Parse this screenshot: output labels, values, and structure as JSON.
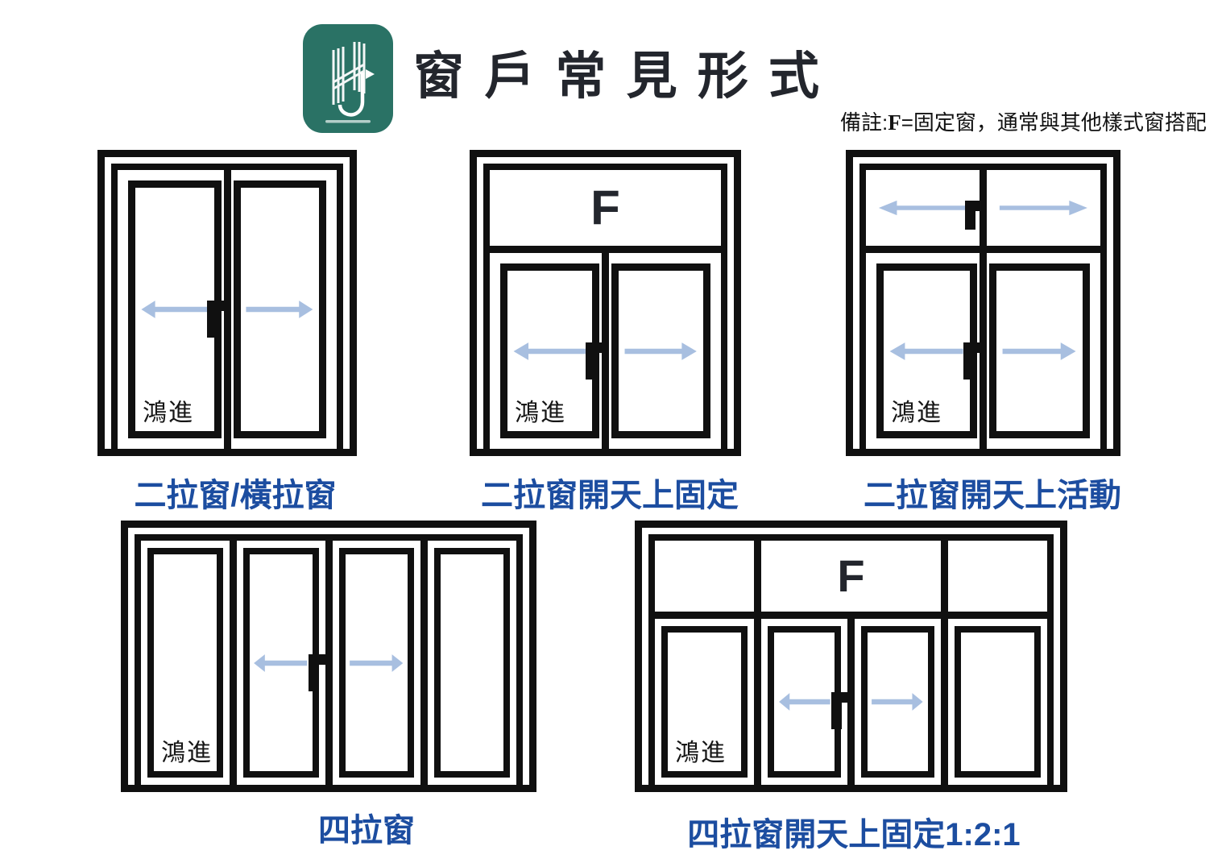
{
  "header": {
    "title": "窗戶常見形式",
    "note_prefix": "備註:",
    "note_f": "F",
    "note_suffix": "=固定窗，通常與其他樣式窗搭配"
  },
  "brand": "鴻進",
  "windows": [
    {
      "label": "二拉窗/橫拉窗"
    },
    {
      "label": "二拉窗開天上固定",
      "transom": "F"
    },
    {
      "label": "二拉窗開天上活動"
    },
    {
      "label": "四拉窗"
    },
    {
      "label": "四拉窗開天上固定1:2:1",
      "transom": "F"
    }
  ],
  "colors": {
    "caption_blue": "#1c4da0",
    "arrow_blue": "#a8bfe0",
    "frame_black": "#101010",
    "logo_teal": "#2a7265"
  }
}
